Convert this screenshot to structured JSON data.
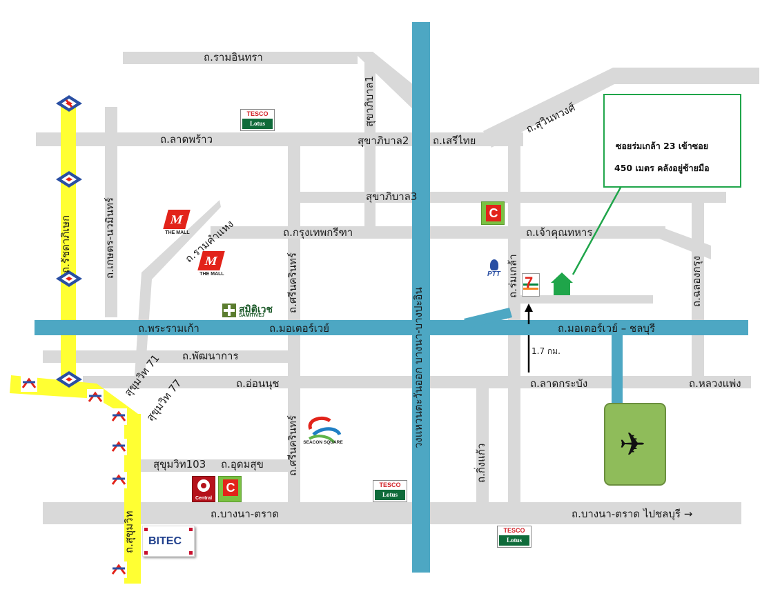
{
  "roads": {
    "ramintra": "ถ.รามอินทรา",
    "sukhaphiban1": "สุขาภิบาล1",
    "lat_phrao": "ถ.ลาดพร้าว",
    "sukhaphiban2": "สุขาภิบาล2",
    "serithai": "ถ.เสรีไทย",
    "suwinthawong": "ถ.สุวินทวงศ์",
    "sukhaphiban3": "สุขาภิบาล3",
    "ratchadaphisek": "ถ.รัชดาภิเษก",
    "kaset_nawamin": "ถ.เกษตร-นวมินทร์",
    "ramkhamhaeng": "ถ.รามคำแหง",
    "krungthep_kritha": "ถ.กรุงเทพกรีฑา",
    "chao_khun_thahan": "ถ.เจ้าคุณทหาร",
    "srinakarin_upper": "ถ.ศรีนครินทร์",
    "rom_klao": "ถ.ร่มเกล้า",
    "chalong_krung": "ถ.ฉลองกรุง",
    "rama9": "ถ.พระรามเก้า",
    "motorway": "ถ.มอเตอร์เวย์",
    "motorway_chonburi": "ถ.มอเตอร์เวย์ – ชลบุรี",
    "phatthanakan": "ถ.พัฒนาการ",
    "on_nut": "ถ.อ่อนนุช",
    "lat_krabang": "ถ.ลาดกระบัง",
    "luang_phaeng": "ถ.หลวงแพ่ง",
    "sukhumvit71": "สุขุมวิท 71",
    "sukhumvit77": "สุขุมวิท 77",
    "srinakarin_lower": "ถ.ศรีนครินทร์",
    "king_kaeo": "ถ.กิ่งแก้ว",
    "sukhumvit103": "สุขุมวิท103",
    "udom_suk": "ถ.อุดมสุข",
    "bangna_trat": "ถ.บางนา-ตราด",
    "bangna_trat_chonburi": "ถ.บางนา-ตราด ไปชลบุรี →",
    "sukhumvit": "ถ.สุขุมวิท",
    "ring_road": "วงแหวนตะวันออก บางนา-บางปะอิน"
  },
  "callout": {
    "line1": "ซอยร่มเกล้า 23  เข้าซอย",
    "line2": "450 เมตร คลังอยู่ซ้ายมือ"
  },
  "distance": "1.7 กม.",
  "logos": {
    "tesco": "TESCO",
    "lotus": "Lotus",
    "bigc": "C",
    "the_mall": "THE MALL",
    "samitivej_thai": "สมิติเวช",
    "samitivej_en": "SAMITIVEJ",
    "seacon": "SEACON SQUARE",
    "central": "Central",
    "bitec": "BITEC",
    "seven": "7",
    "ptt": "PTT",
    "airport": "✈"
  },
  "colors": {
    "minor_road": "#d9d9d9",
    "major_road": "#4da7c3",
    "transit_line": "#ffff33",
    "destination": "#1fa54a",
    "airport": "#8fbc5a"
  },
  "icons": {
    "mrt_station": "mrt-station-icon",
    "bts_station": "bts-station-icon",
    "destination": "house-icon",
    "direction": "arrow-up-icon"
  }
}
